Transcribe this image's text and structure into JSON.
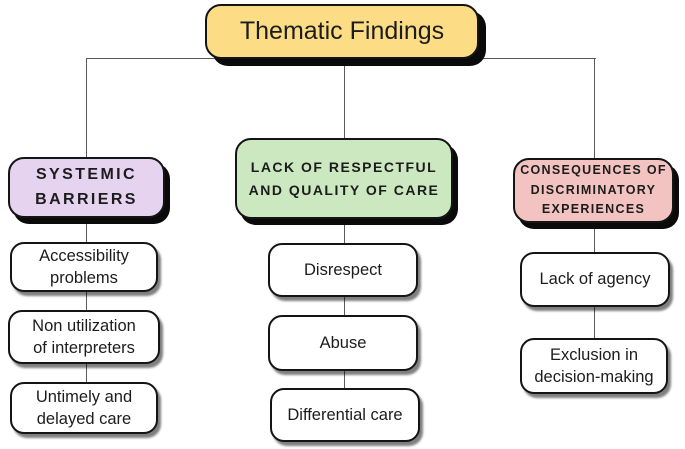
{
  "diagram": {
    "root": {
      "label": "Thematic Findings",
      "fill": "#fcdd85"
    },
    "columns": [
      {
        "header": {
          "label": "SYSTEMIC\nBARRIERS",
          "fill": "#e6d3f0"
        },
        "items": [
          {
            "label": "Accessibility\nproblems"
          },
          {
            "label": "Non utilization\nof interpreters"
          },
          {
            "label": "Untimely and\ndelayed care"
          }
        ]
      },
      {
        "header": {
          "label": "LACK OF RESPECTFUL\nAND QUALITY OF CARE",
          "fill": "#cce8c0"
        },
        "items": [
          {
            "label": "Disrespect"
          },
          {
            "label": "Abuse"
          },
          {
            "label": "Differential care"
          }
        ]
      },
      {
        "header": {
          "label": "CONSEQUENCES OF\nDISCRIMINATORY\nEXPERIENCES",
          "fill": "#f2c3c0"
        },
        "items": [
          {
            "label": "Lack of agency"
          },
          {
            "label": "Exclusion in\ndecision-making"
          }
        ]
      }
    ],
    "colors": {
      "child_fill": "#ffffff",
      "border": "#141414",
      "connector": "#5a5a5a",
      "background": "#ffffff"
    }
  }
}
